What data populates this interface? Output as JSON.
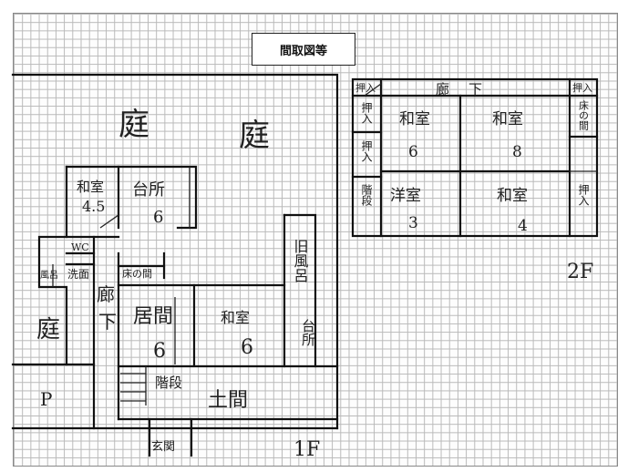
{
  "title": "間取図等",
  "colors": {
    "ink": "#111111",
    "grid": "#b9b9b9",
    "paper": "#ffffff"
  },
  "floor1": {
    "label": "1F",
    "rooms": {
      "garden_top_a": "庭",
      "garden_top_b": "庭",
      "garden_left": "庭",
      "washitsu_45_name": "和室",
      "washitsu_45_size": "4.5",
      "kitchen_name": "台所",
      "kitchen_size": "6",
      "wc": "WC",
      "bath_a": "風呂",
      "bath_b": "洗面",
      "hall_a": "廊",
      "hall_b": "下",
      "tokonoma": "床の間",
      "ima_name": "居間",
      "ima_size": "6",
      "washitsu6_name": "和室",
      "washitsu6_size": "6",
      "old_bath": "旧風呂",
      "old_kitchen": "台所",
      "stairs": "階段",
      "doma": "土間",
      "entrance": "玄関",
      "parking": "P"
    }
  },
  "floor2": {
    "label": "2F",
    "rooms": {
      "oshiire_tl": "押入",
      "hall_a": "廊",
      "hall_b": "下",
      "oshiire_tr": "押入",
      "tokonoma": "床の間",
      "oshiire_l": "押入",
      "washitsu6_name": "和室",
      "washitsu6_size": "6",
      "washitsu8_name": "和室",
      "washitsu8_size": "8",
      "oshiire_l2": "押入",
      "stairs": "階段",
      "yoshitsu_name": "洋室",
      "yoshitsu_size": "3",
      "washitsu4_name": "和室",
      "washitsu4_size": "4",
      "oshiire_r": "押入"
    }
  }
}
